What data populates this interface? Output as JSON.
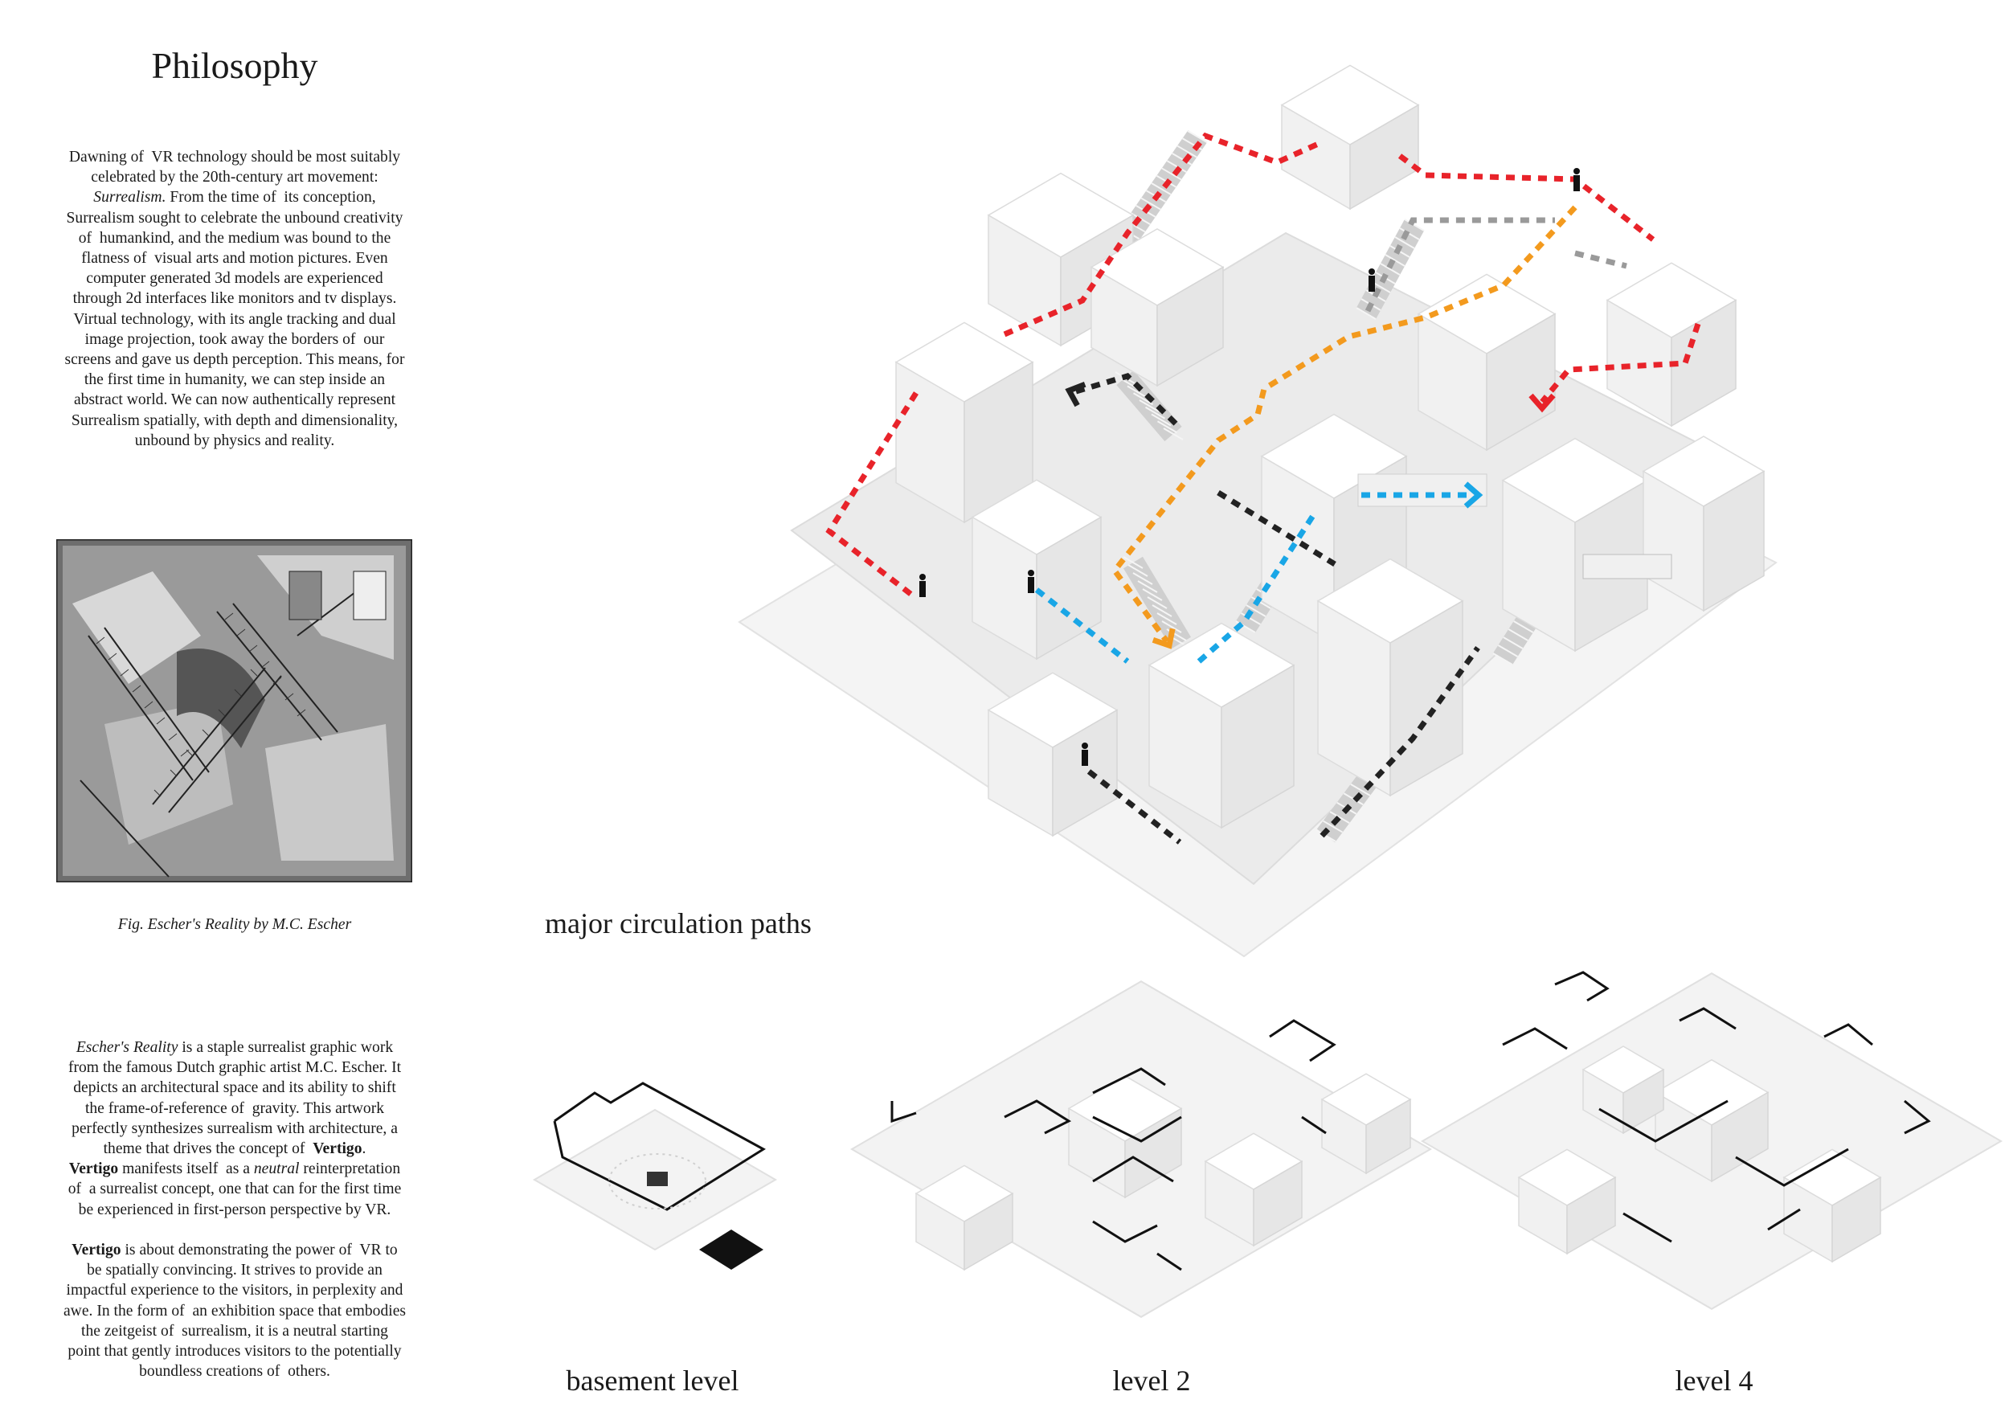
{
  "title": "Philosophy",
  "intro": {
    "lines": [
      [
        {
          "t": "Dawning of  VR technology should be most suitably"
        }
      ],
      [
        {
          "t": "celebrated by the 20th-century art movement:"
        }
      ],
      [
        {
          "t": "Surrealism.",
          "s": "i"
        },
        {
          "t": " From the time of  its conception,"
        }
      ],
      [
        {
          "t": "Surrealism sought to celebrate the unbound creativity"
        }
      ],
      [
        {
          "t": "of  humankind, and the medium was bound to the"
        }
      ],
      [
        {
          "t": "flatness of  visual arts and motion pictures. Even"
        }
      ],
      [
        {
          "t": "computer generated 3d models are experienced"
        }
      ],
      [
        {
          "t": "through 2d interfaces like monitors and tv displays."
        }
      ],
      [
        {
          "t": "Virtual technology, with its angle tracking and dual"
        }
      ],
      [
        {
          "t": "image projection, took away the borders of  our"
        }
      ],
      [
        {
          "t": "screens and gave us depth perception. This means, for"
        }
      ],
      [
        {
          "t": "the first time in humanity, we can step inside an"
        }
      ],
      [
        {
          "t": "abstract world. We can now authentically represent"
        }
      ],
      [
        {
          "t": "Surrealism spatially, with depth and dimensionality,"
        }
      ],
      [
        {
          "t": "unbound by physics and reality."
        }
      ]
    ]
  },
  "figure": {
    "caption": "Fig. Escher's Reality by M.C. Escher"
  },
  "concept": {
    "lines": [
      [
        {
          "t": "Escher's Reality",
          "s": "i"
        },
        {
          "t": " is a staple surrealist graphic work"
        }
      ],
      [
        {
          "t": "from the famous Dutch graphic artist M.C. Escher. It"
        }
      ],
      [
        {
          "t": "depicts an architectural space and its ability to shift"
        }
      ],
      [
        {
          "t": "the frame-of-reference of  gravity. This artwork"
        }
      ],
      [
        {
          "t": "perfectly synthesizes surrealism with architecture, a"
        }
      ],
      [
        {
          "t": "theme that drives the concept of  "
        },
        {
          "t": "Vertigo",
          "s": "b"
        },
        {
          "t": "."
        }
      ],
      [
        {
          "t": "Vertigo",
          "s": "b"
        },
        {
          "t": " manifests itself  as a "
        },
        {
          "t": "neutral",
          "s": "i"
        },
        {
          "t": " reinterpretation"
        }
      ],
      [
        {
          "t": "of  a surrealist concept, one that can for the first time"
        }
      ],
      [
        {
          "t": "be experienced in first-person perspective by VR."
        }
      ],
      [],
      [
        {
          "t": "Vertigo",
          "s": "b"
        },
        {
          "t": " is about demonstrating the power of  VR to"
        }
      ],
      [
        {
          "t": "be spatially convincing. It strives to provide an"
        }
      ],
      [
        {
          "t": "impactful experience to the visitors, in perplexity and"
        }
      ],
      [
        {
          "t": "awe. In the form of  an exhibition space that embodies"
        }
      ],
      [
        {
          "t": "the zeitgeist of  surrealism, it is a neutral starting"
        }
      ],
      [
        {
          "t": "point that gently introduces visitors to the potentially"
        }
      ],
      [
        {
          "t": "boundless creations of  others."
        }
      ]
    ]
  },
  "main_diagram": {
    "label": "major circulation paths",
    "path_colors": {
      "red": "#e8232a",
      "orange": "#f39a1e",
      "blue": "#19a6e6",
      "black": "#222222",
      "gray": "#9a9a9a"
    }
  },
  "levels": [
    {
      "label": "basement level"
    },
    {
      "label": "level 2"
    },
    {
      "label": "level 4"
    }
  ]
}
